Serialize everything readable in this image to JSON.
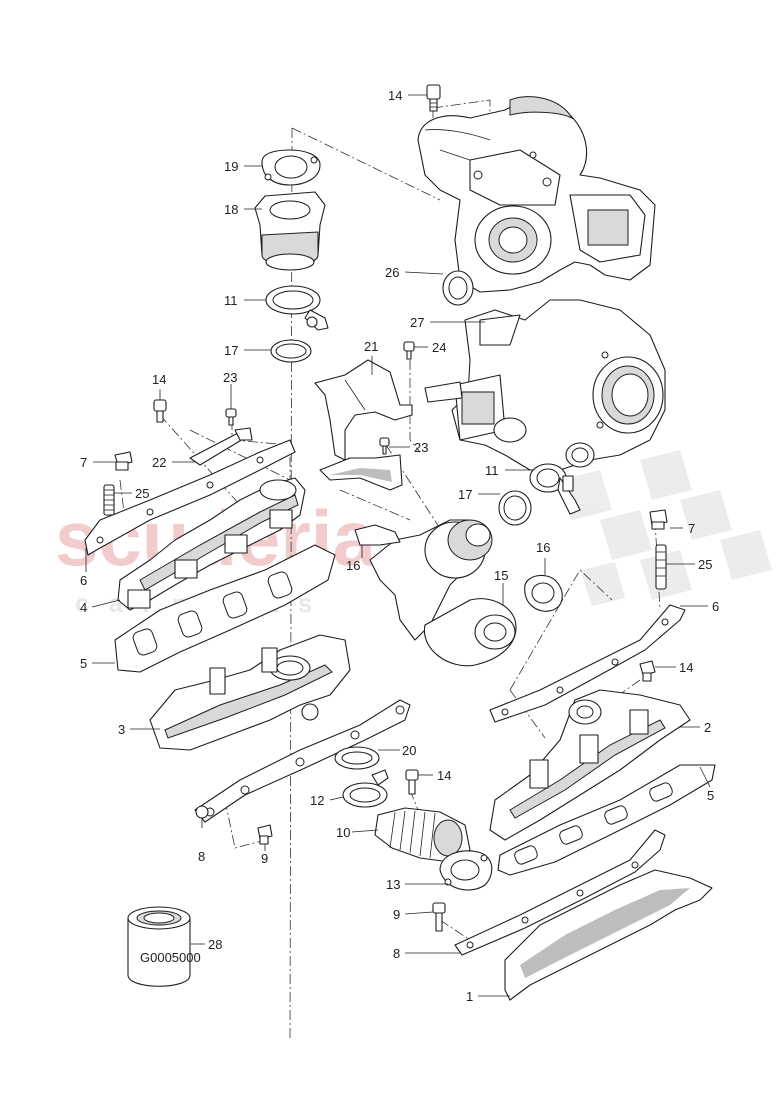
{
  "diagram": {
    "watermark": {
      "brand": "scuderia",
      "sub": "c a r   p a r t s",
      "color": "#e9a3a6"
    },
    "part_number": "G0005000",
    "callouts": [
      {
        "id": "c14a",
        "label": "14"
      },
      {
        "id": "c19",
        "label": "19"
      },
      {
        "id": "c18",
        "label": "18"
      },
      {
        "id": "c26",
        "label": "26"
      },
      {
        "id": "c11a",
        "label": "11"
      },
      {
        "id": "c27",
        "label": "27"
      },
      {
        "id": "c17a",
        "label": "17"
      },
      {
        "id": "c21",
        "label": "21"
      },
      {
        "id": "c24",
        "label": "24"
      },
      {
        "id": "c14b",
        "label": "14"
      },
      {
        "id": "c23a",
        "label": "23"
      },
      {
        "id": "c23b",
        "label": "23"
      },
      {
        "id": "c7a",
        "label": "7"
      },
      {
        "id": "c22",
        "label": "22"
      },
      {
        "id": "c25a",
        "label": "25"
      },
      {
        "id": "c11b",
        "label": "11"
      },
      {
        "id": "c17b",
        "label": "17"
      },
      {
        "id": "c6a",
        "label": "6"
      },
      {
        "id": "c4",
        "label": "4"
      },
      {
        "id": "c7b",
        "label": "7"
      },
      {
        "id": "c16a",
        "label": "16"
      },
      {
        "id": "c16b",
        "label": "16"
      },
      {
        "id": "c25b",
        "label": "25"
      },
      {
        "id": "c15",
        "label": "15"
      },
      {
        "id": "c6b",
        "label": "6"
      },
      {
        "id": "c5a",
        "label": "5"
      },
      {
        "id": "c14c",
        "label": "14"
      },
      {
        "id": "c3",
        "label": "3"
      },
      {
        "id": "c2",
        "label": "2"
      },
      {
        "id": "c20",
        "label": "20"
      },
      {
        "id": "c14d",
        "label": "14"
      },
      {
        "id": "c5b",
        "label": "5"
      },
      {
        "id": "c12",
        "label": "12"
      },
      {
        "id": "c10",
        "label": "10"
      },
      {
        "id": "c8a",
        "label": "8"
      },
      {
        "id": "c9a",
        "label": "9"
      },
      {
        "id": "c13",
        "label": "13"
      },
      {
        "id": "c9b",
        "label": "9"
      },
      {
        "id": "c28",
        "label": "28"
      },
      {
        "id": "c8b",
        "label": "8"
      },
      {
        "id": "c1",
        "label": "1"
      }
    ]
  }
}
